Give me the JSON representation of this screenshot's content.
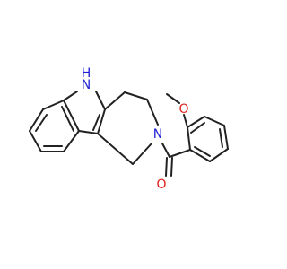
{
  "atoms": {
    "indole_nh": {
      "label": "N",
      "hydrogen": "H",
      "color": "#1f1fd6"
    },
    "amide_n": {
      "label": "N",
      "color": "#1f1fd6"
    },
    "carbonyl_o": {
      "label": "O",
      "color": "#e0201b"
    },
    "methoxy_o": {
      "label": "O",
      "color": "#e0201b"
    }
  },
  "colors": {
    "bond": "#222222",
    "nitrogen": "#1f1fd6",
    "oxygen": "#e0201b"
  }
}
